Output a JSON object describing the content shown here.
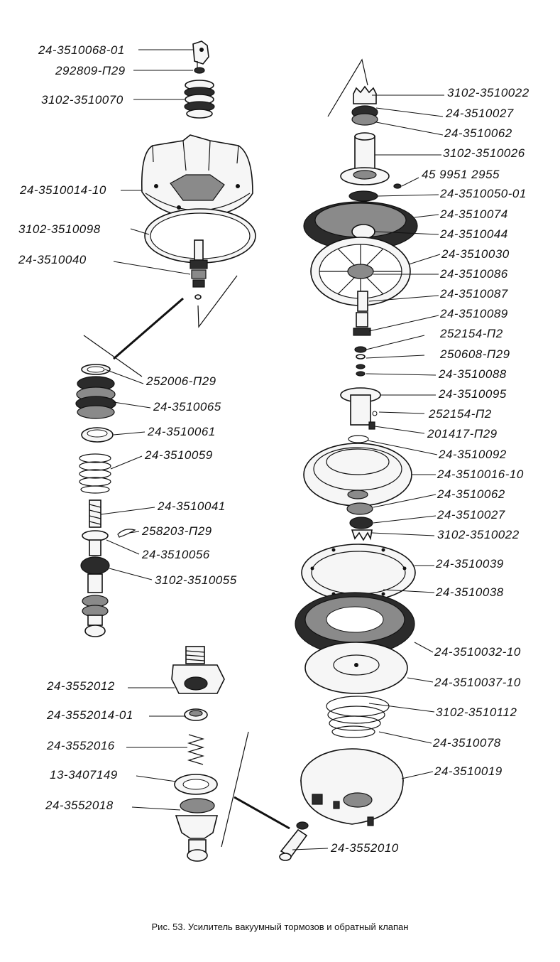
{
  "labels": {
    "left_upper": [
      "24-3510068-01",
      "292809-П29",
      "3102-3510070",
      "24-3510014-10",
      "3102-3510098",
      "24-3510040"
    ],
    "left_middle": [
      "252006-П29",
      "24-3510065",
      "24-3510061",
      "24-3510059",
      "24-3510041",
      "258203-П29",
      "24-3510056",
      "3102-3510055"
    ],
    "left_lower": [
      "24-3552012",
      "24-3552014-01",
      "24-3552016",
      "13-3407149",
      "24-3552018",
      "24-3552010"
    ],
    "right": [
      "3102-3510022",
      "24-3510027",
      "24-3510062",
      "3102-3510026",
      "45 9951 2955",
      "24-3510050-01",
      "24-3510074",
      "24-3510044",
      "24-3510030",
      "24-3510086",
      "24-3510087",
      "24-3510089",
      "252154-П2",
      "250608-П29",
      "24-3510088",
      "24-3510095",
      "252154-П2",
      "201417-П29",
      "24-3510092",
      "24-3510016-10",
      "24-3510062",
      "24-3510027",
      "3102-3510022",
      "24-3510039",
      "24-3510038",
      "24-3510032-10",
      "24-3510037-10",
      "3102-3510112",
      "24-3510078",
      "24-3510019"
    ]
  },
  "caption": "Рис. 53. Усилитель вакуумный тормозов и обратный клапан"
}
